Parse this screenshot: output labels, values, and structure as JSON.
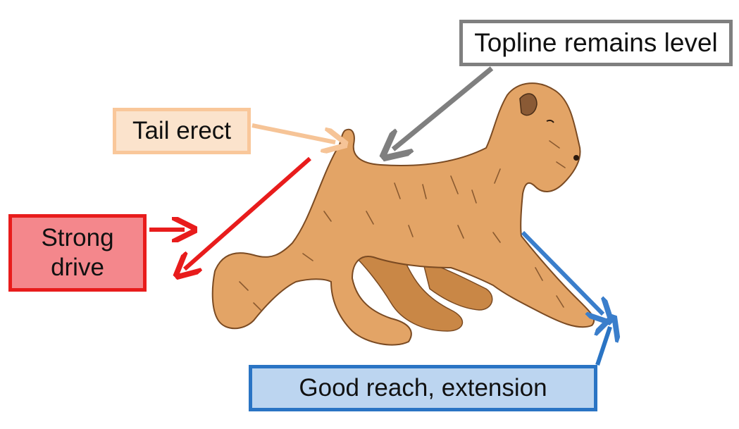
{
  "labels": {
    "topline": "Topline remains level",
    "tail": "Tail erect",
    "drive_line1": "Strong",
    "drive_line2": "drive",
    "reach": "Good reach, extension"
  },
  "colors": {
    "topline_border": "#7f7f7f",
    "tail_border": "#f9c79a",
    "tail_fill": "#fbe3cc",
    "drive_border": "#e81c1c",
    "drive_fill": "#f4878c",
    "reach_border": "#2a74c4",
    "reach_fill": "#bcd5f0",
    "dog_coat": "#e3a466",
    "dog_shadow": "#c98746"
  }
}
